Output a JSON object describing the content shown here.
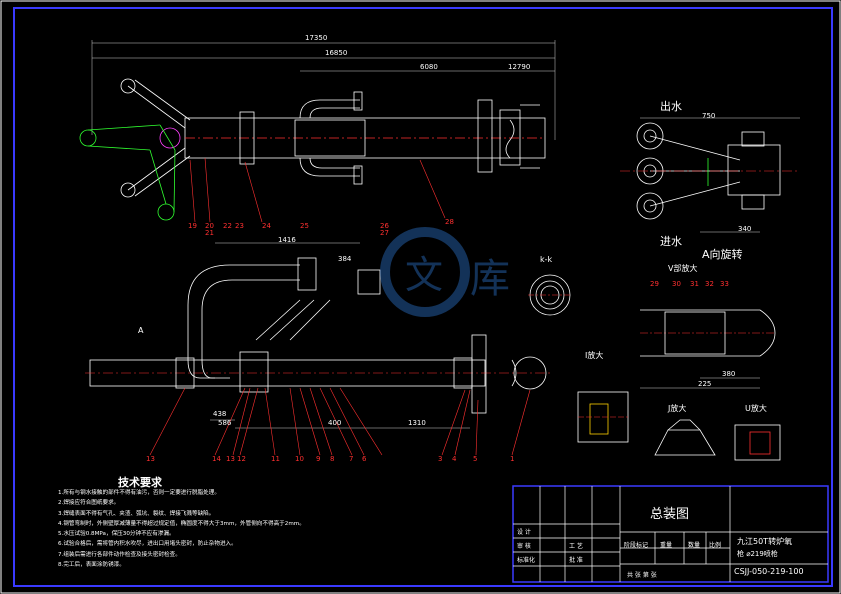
{
  "labels": {
    "out_water": "出水",
    "in_water": "进水",
    "view_a_rotated": "A向旋转",
    "view_v_enlarged": "V部放大",
    "detail_i": "I放大",
    "detail_j": "J放大",
    "detail_u": "U放大",
    "section_kk": "k-k",
    "arrow_a": "A"
  },
  "dimensions": {
    "d_overall": "17350",
    "d_second": "16850",
    "d_a": "6080",
    "d_b": "12790",
    "d_1416": "1416",
    "d_384": "384",
    "d_438": "438",
    "d_586": "586",
    "d_400": "400",
    "d_1310": "1310",
    "d_750": "750",
    "d_340": "340",
    "d_380": "380",
    "d_225": "225"
  },
  "balloons_bottom": [
    "13",
    "14",
    "13",
    "12",
    "11",
    "10",
    "9",
    "8",
    "7",
    "6",
    "3",
    "4",
    "5",
    "1"
  ],
  "balloons_top": [
    "19",
    "20",
    "21",
    "22",
    "23",
    "24",
    "25",
    "26",
    "27",
    "28"
  ],
  "balloons_v": [
    "29",
    "30",
    "31",
    "32",
    "33"
  ],
  "notes": {
    "title": "技术要求",
    "items": [
      "1.所有与钢水接触的部件不得有油污，否则一定要进行脱脂处理。",
      "2.焊接应符合图纸要求。",
      "3.焊缝表面不得有气孔、夹渣、弧坑、裂纹、焊接飞溅等缺陷。",
      "4.钢管弯制时，外侧壁厚减薄量不得超过规定值，椭圆度不得大于3mm，外管侧向不得高于2mm。",
      "5.水压试验0.8MPa，保压30分钟不应有渗漏。",
      "6.试验合格后，需将管内积水吹尽，进出口用堵头密封，防止杂物进入。",
      "7.组装后需进行各部件动作检查及接头密封检查。",
      "8.完工后，表面涂防锈漆。"
    ]
  },
  "title_block": {
    "drawing_name": "总装图",
    "project": "九江50T转炉氧",
    "project_line2": "枪 ⌀219喷枪",
    "drawing_no": "CSJJ-050-219-100",
    "stage_mark": "阶段标记",
    "weight": "重量",
    "quantity": "数量",
    "scale": "比例",
    "designer": "设 计",
    "checker": "审 核",
    "standard": "标准化",
    "process": "工 艺",
    "approve": "批 准",
    "sheet": "共    张   第    张"
  }
}
